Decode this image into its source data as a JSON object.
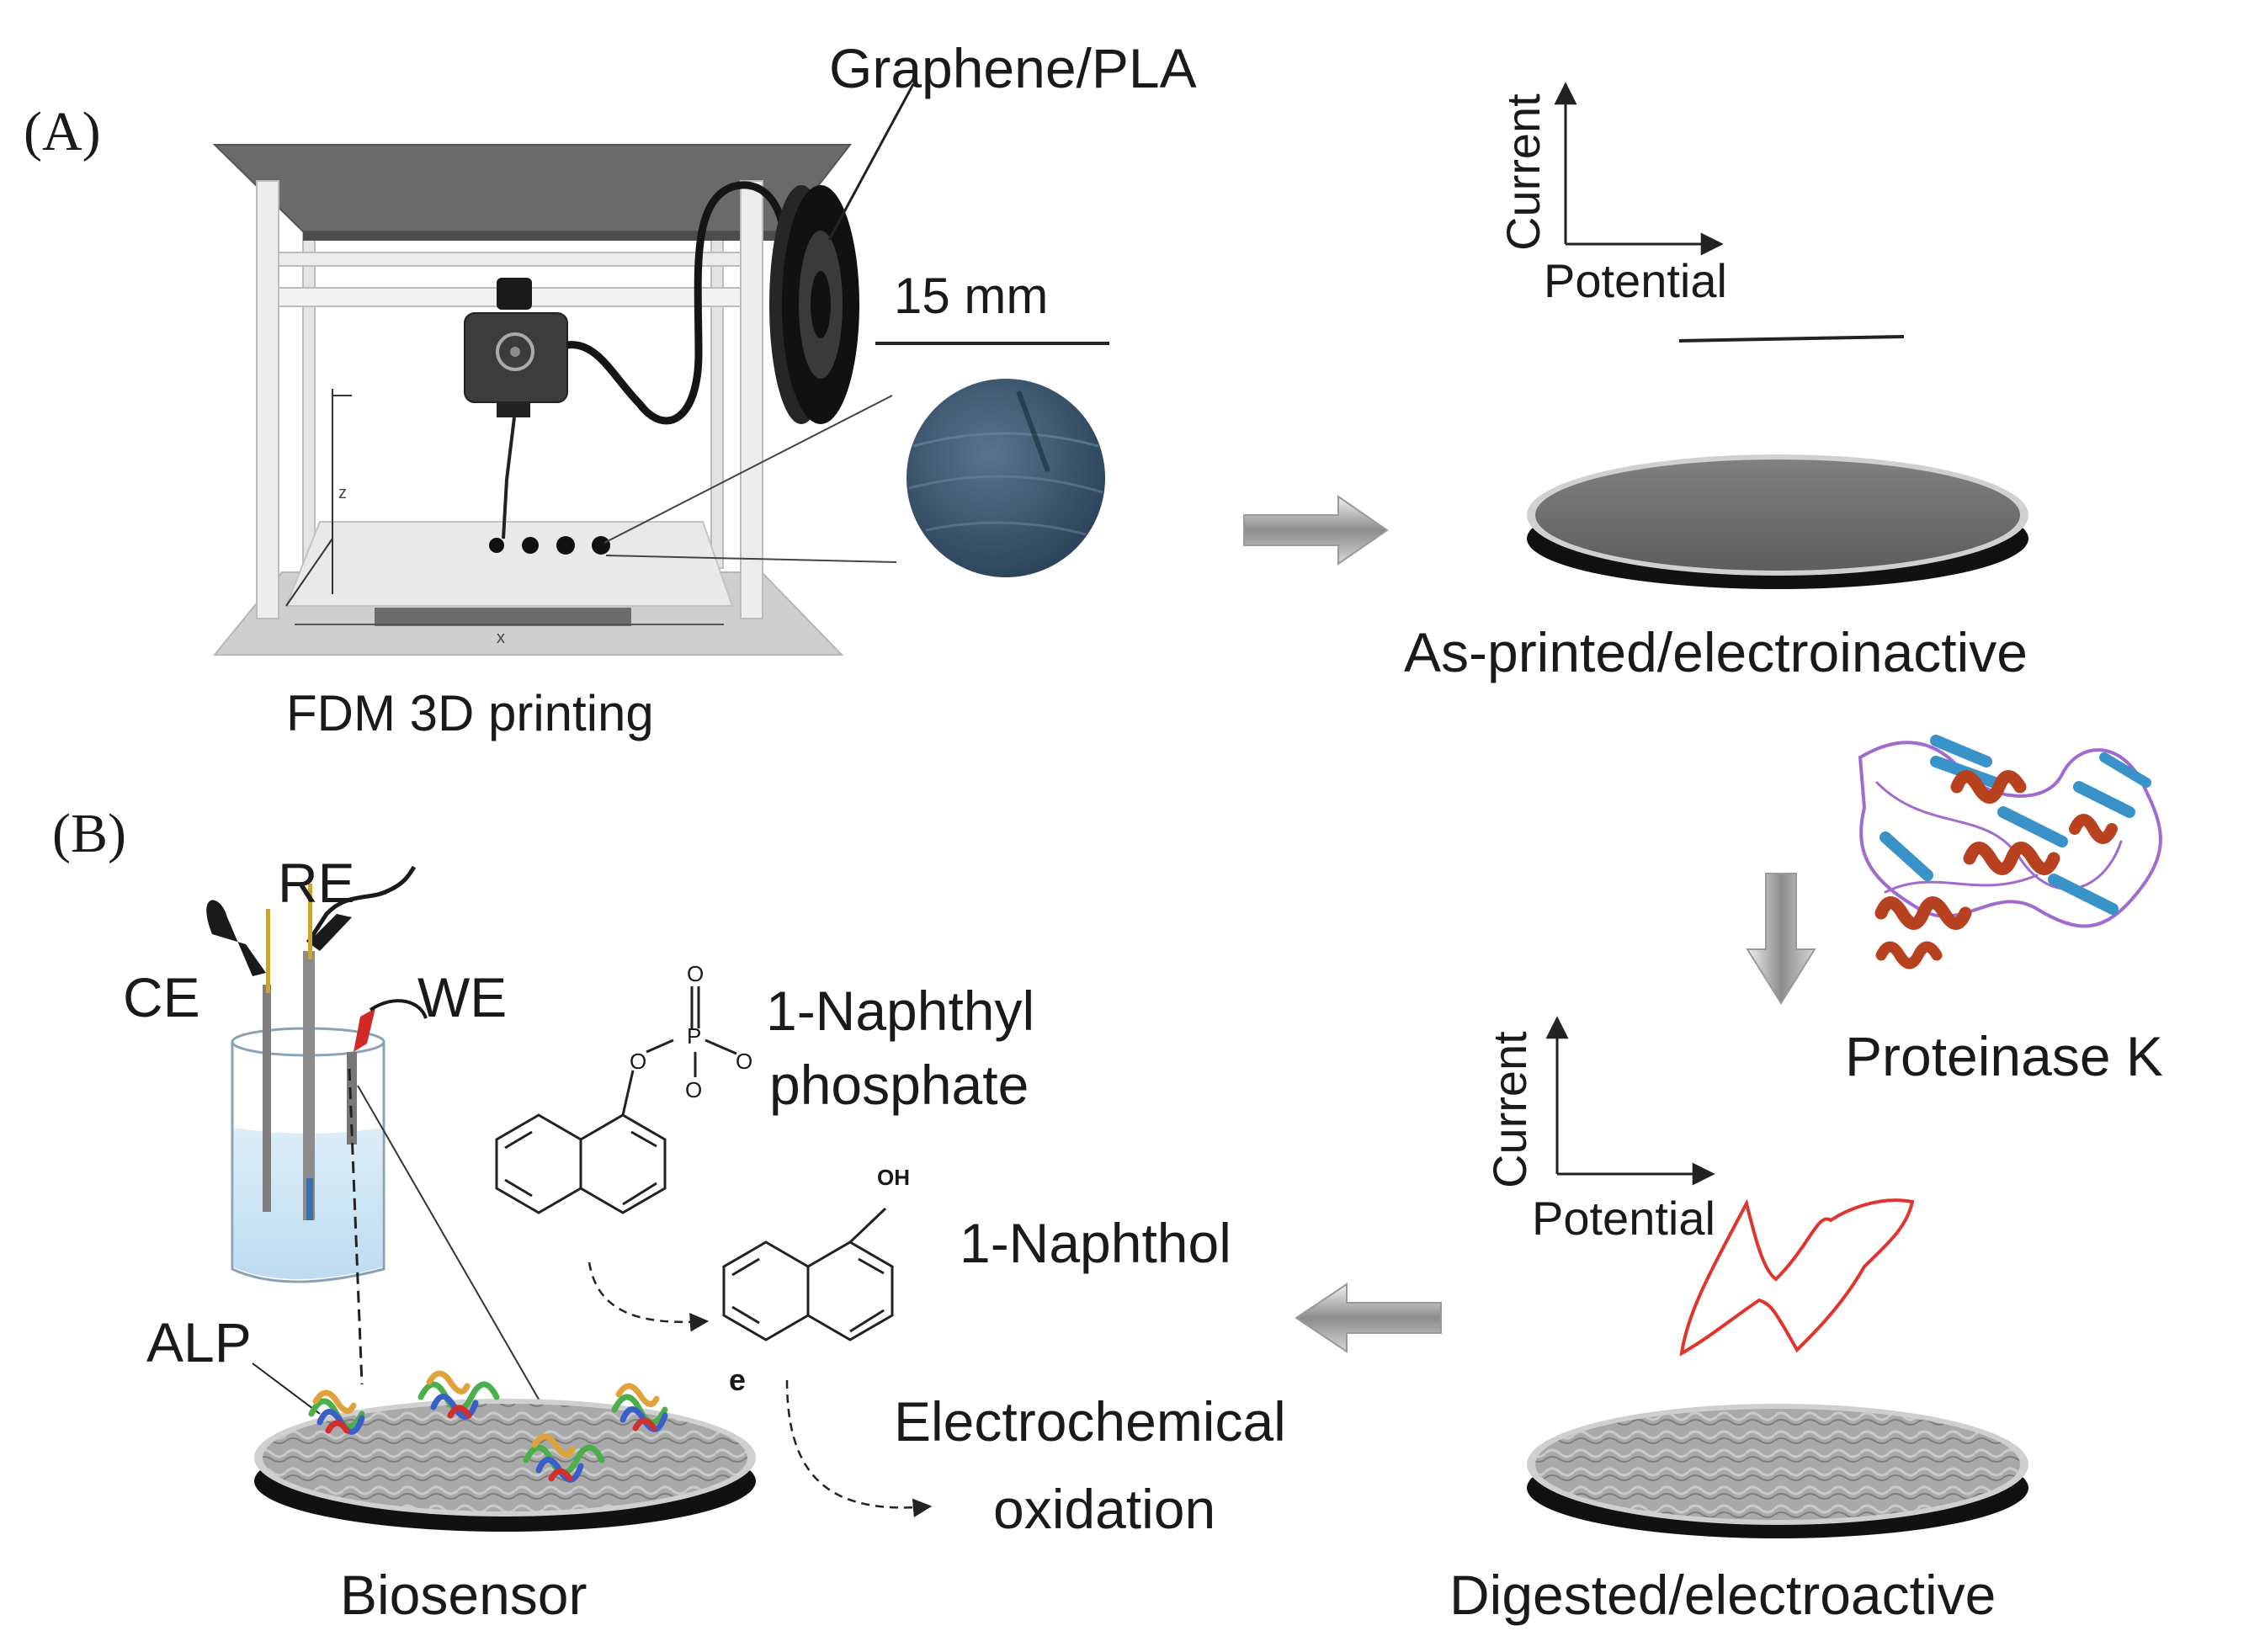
{
  "panels": {
    "a": {
      "label": "(A)"
    },
    "b": {
      "label": "(B)"
    }
  },
  "printer": {
    "filament_label": "Graphene/PLA",
    "scale_bar_label": "15 mm",
    "caption": "FDM 3D printing",
    "axis_x": "x",
    "axis_z": "z"
  },
  "electrode_asprinted": {
    "axis_y": "Current",
    "axis_x": "Potential",
    "caption": "As-printed/electroinactive"
  },
  "enzyme": {
    "label": "Proteinase K"
  },
  "electrode_digested": {
    "axis_y": "Current",
    "axis_x": "Potential",
    "caption": "Digested/electroactive"
  },
  "cell": {
    "re": "RE",
    "ce": "CE",
    "we": "WE",
    "alp": "ALP",
    "caption": "Biosensor"
  },
  "chemistry": {
    "substrate_line1": "1-Naphthyl",
    "substrate_line2": "phosphate",
    "product": "1-Naphthol",
    "oh": "OH",
    "phos_o_top": "O",
    "phos_p": "P",
    "phos_o_left": "O",
    "phos_o_right": "O",
    "phos_o_bottom": "O",
    "electron": "e",
    "reaction_line1": "Electrochemical",
    "reaction_line2": "oxidation"
  },
  "colors": {
    "frame": "#dcdcdc",
    "roof": "#6a6a6a",
    "sphere": "#3e5a76",
    "disk_top": "#6e6e6e",
    "disk_base": "#151515",
    "cv_curve": "#e0342c",
    "helix": "#b8421f",
    "sheet": "#3a93c8",
    "coil": "#a06ad0",
    "arrow": "#9a9a9a"
  }
}
